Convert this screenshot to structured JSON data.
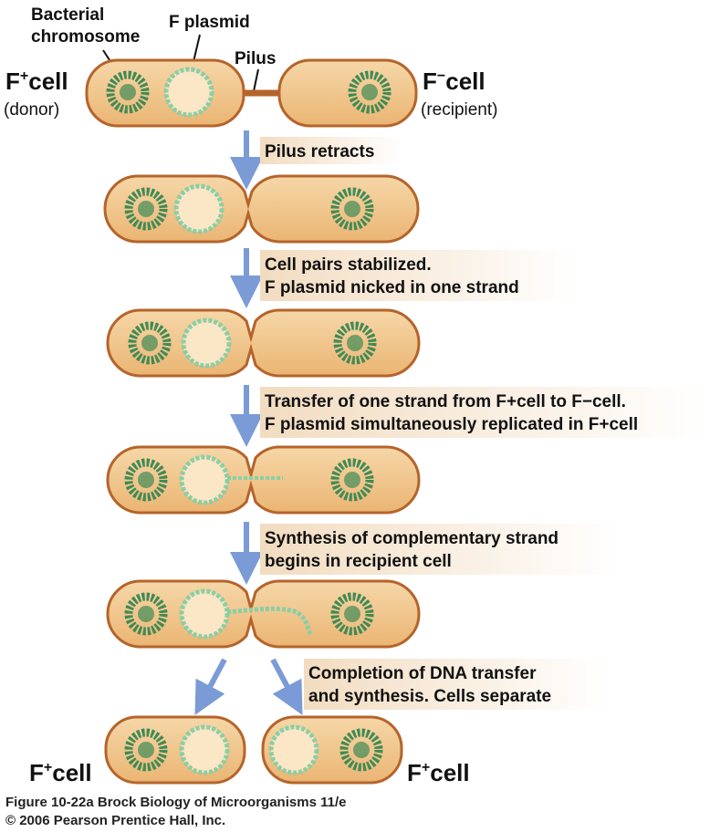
{
  "labels": {
    "bacterial_chromosome_1": "Bacterial",
    "bacterial_chromosome_2": "chromosome",
    "f_plasmid": "F plasmid",
    "pilus": "Pilus",
    "donor_cell": "F",
    "donor_cell_sup": "+",
    "donor_cell_rest": "cell",
    "donor_sub": "(donor)",
    "recipient_cell": "F",
    "recipient_cell_sup": "−",
    "recipient_cell_rest": "cell",
    "recipient_sub": "(recipient)",
    "final_left": "F",
    "final_left_sup": "+",
    "final_left_rest": "cell",
    "final_right": "F",
    "final_right_sup": "+",
    "final_right_rest": "cell"
  },
  "steps": [
    {
      "lines": [
        "Pilus retracts"
      ]
    },
    {
      "lines": [
        "Cell pairs stabilized.",
        "F plasmid nicked in one strand"
      ]
    },
    {
      "lines": [
        "Transfer of one strand from F+cell to F−cell.",
        "F plasmid simultaneously replicated in F+cell"
      ]
    },
    {
      "lines": [
        "Synthesis of complementary strand",
        "begins in recipient cell"
      ]
    },
    {
      "lines": [
        "Completion of DNA transfer",
        "and synthesis. Cells separate"
      ]
    }
  ],
  "caption": {
    "line1": "Figure 10-22a  Brock Biology of Microorganisms 11/e",
    "line2": "© 2006 Pearson Prentice Hall, Inc."
  },
  "colors": {
    "cell_fill": "#f0c07e",
    "cell_light": "#f6d7a8",
    "cell_stroke": "#b5642b",
    "chromosome": "#3f8a55",
    "plasmid": "#88cfa6",
    "arrow": "#7a9bd6",
    "label_bg": "#f5e3cb"
  }
}
